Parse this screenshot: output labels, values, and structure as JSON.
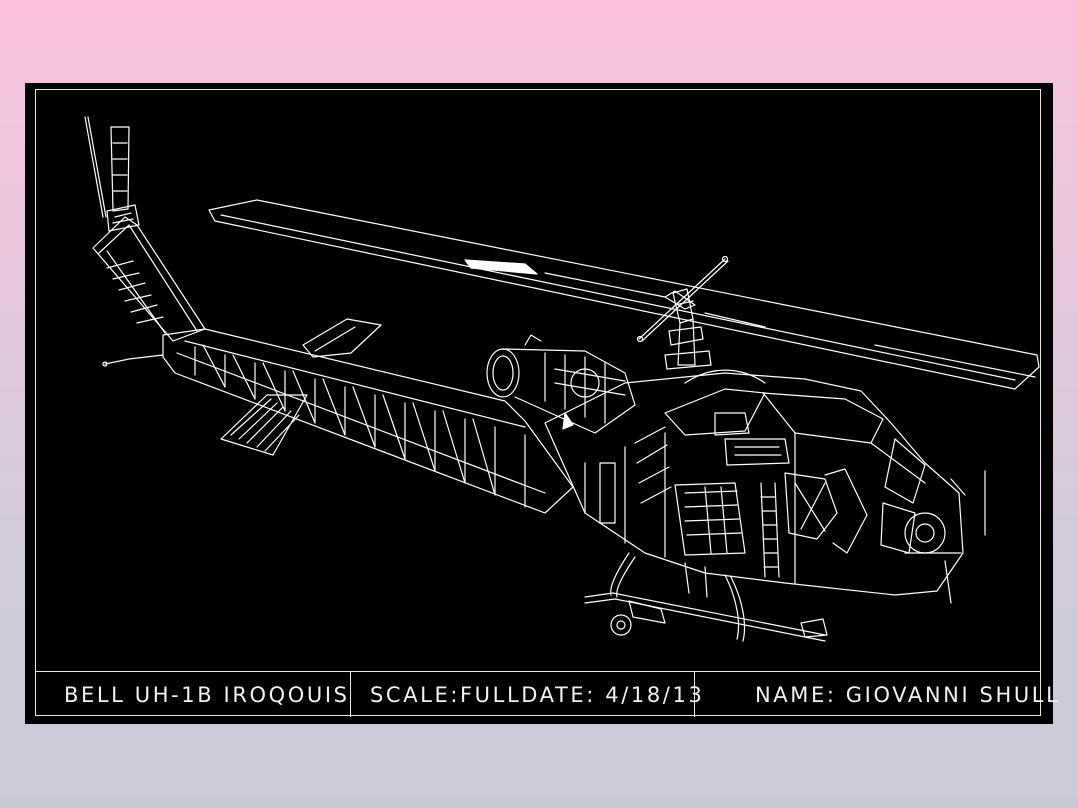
{
  "title_block": {
    "title": "BELL UH-1B IROQOUIS",
    "scale": "SCALE:FULL",
    "date": "DATE: 4/18/13",
    "name": "NAME: GIOVANNI SHULL"
  },
  "colors": {
    "background_top": "#fbc2df",
    "background_bottom": "#c9cad8",
    "sheet": "#000000",
    "linework": "#ffffff"
  }
}
